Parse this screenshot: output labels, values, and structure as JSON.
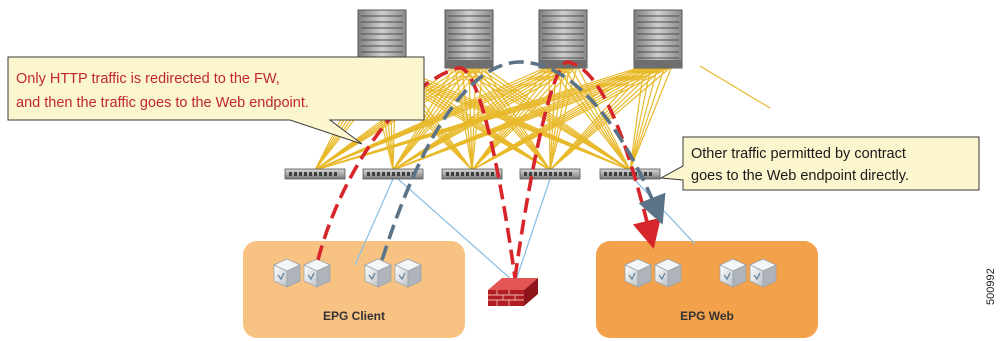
{
  "callouts": {
    "left": {
      "lines": [
        "Only HTTP traffic is redirected to the FW,",
        "and then the traffic goes to the Web endpoint."
      ],
      "text_color": "#c0272d",
      "fill": "#fcf6cf"
    },
    "right": {
      "lines": [
        "Other traffic permitted by contract",
        "goes to the Web endpoint directly."
      ],
      "text_color": "#1a1a1a",
      "fill": "#fcf6cf"
    }
  },
  "epgs": {
    "client": {
      "label": "EPG Client",
      "fill": "#f8c283"
    },
    "web": {
      "label": "EPG Web",
      "fill": "#f3a14a"
    }
  },
  "figure_id": "500992",
  "icons": {
    "spine": "spine-switch-icon",
    "leaf": "leaf-switch-icon",
    "endpoint": "endpoint-cube-icon",
    "firewall": "firewall-icon"
  },
  "colors": {
    "fabric_link": "#e8b92a",
    "endpoint_link": "#8fc1e3",
    "http_path": "#d7262b",
    "direct_path": "#5b7387",
    "device_gray": "#9a9a9a"
  }
}
